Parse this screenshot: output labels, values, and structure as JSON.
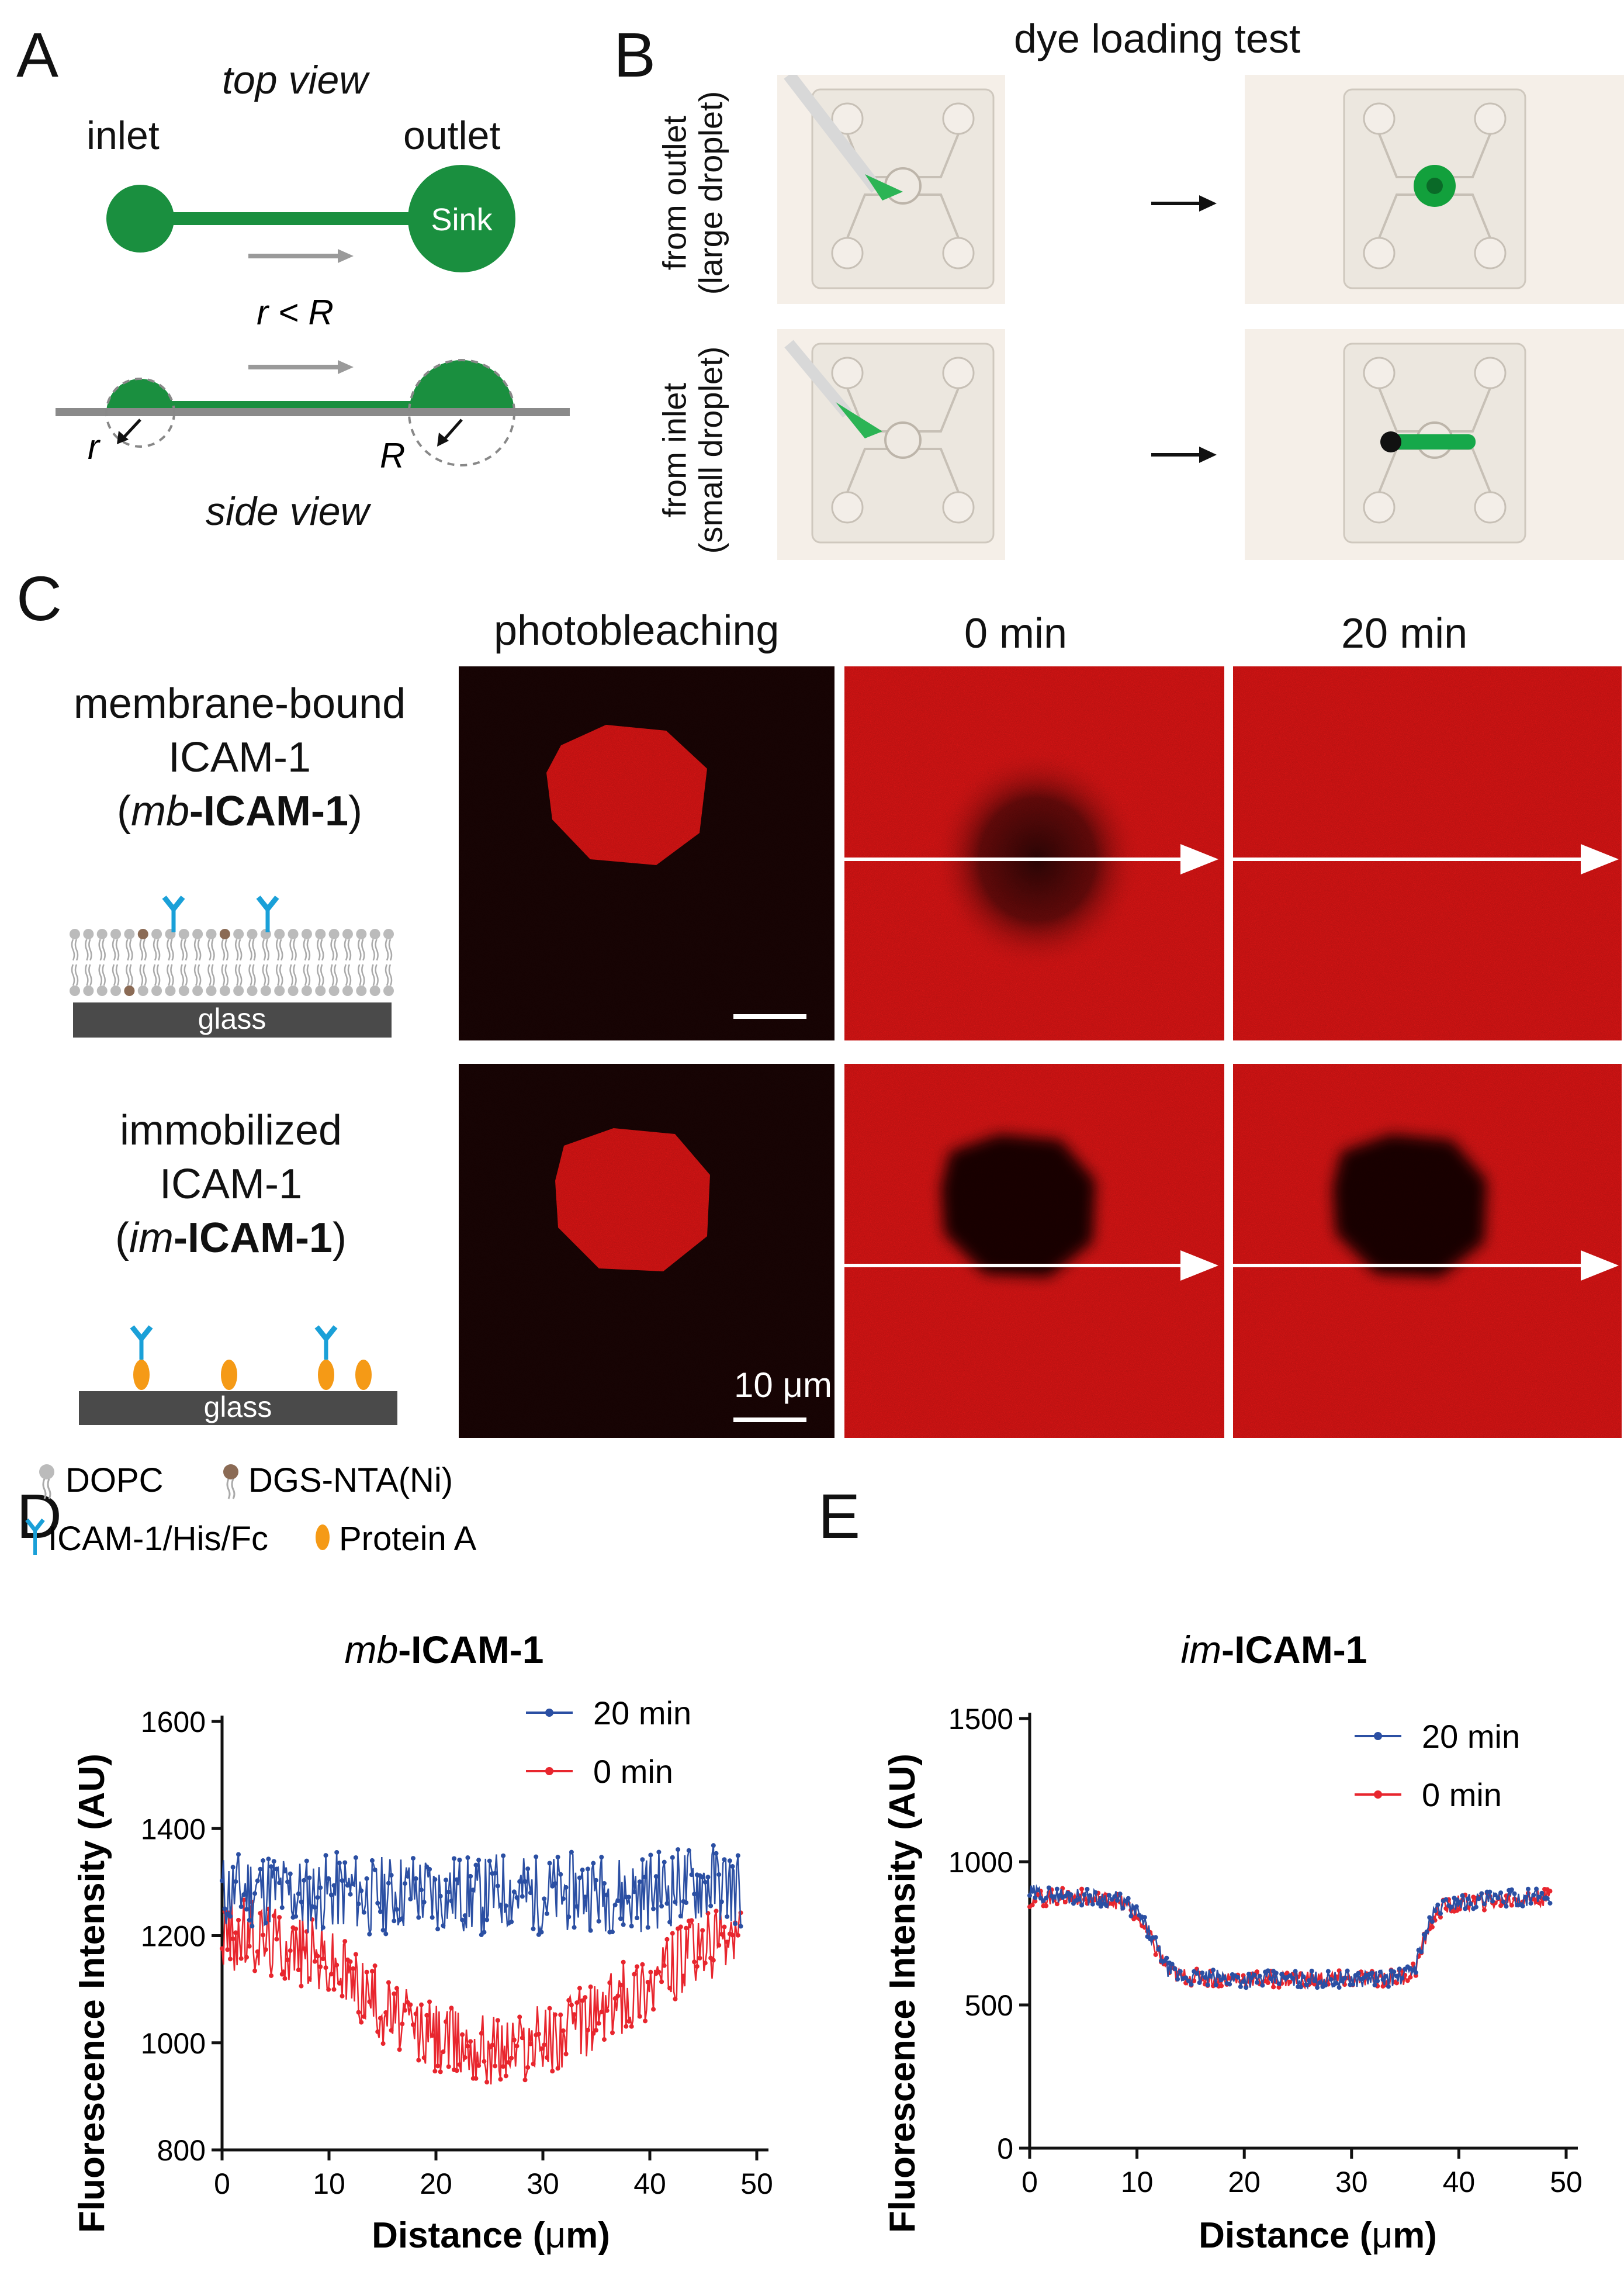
{
  "panels": {
    "a": "A",
    "b": "B",
    "c": "C",
    "d": "D",
    "e": "E"
  },
  "panel_a": {
    "top_view": "top view",
    "inlet": "inlet",
    "outlet": "outlet",
    "sink": "Sink",
    "relation": "r < R",
    "r": "r",
    "R": "R",
    "side_view": "side view",
    "colors": {
      "channel": "#1a8f3f",
      "arrow": "#9a9a9a",
      "surface": "#8a8a8a"
    }
  },
  "panel_b": {
    "title": "dye loading test",
    "row1_line1": "from outlet",
    "row1_line2": "(large droplet)",
    "row2_line1": "from inlet",
    "row2_line2": "(small droplet)"
  },
  "panel_c": {
    "col_photobleaching": "photobleaching",
    "col_0min": "0 min",
    "col_20min": "20 min",
    "row1": {
      "line1": "membrane-bound",
      "line2": "ICAM-1",
      "prefix": "(",
      "ital": "mb",
      "bold": "-ICAM-1",
      "suffix": ")"
    },
    "row2": {
      "line1": "immobilized",
      "line2": "ICAM-1",
      "prefix": "(",
      "ital": "im",
      "bold": "-ICAM-1",
      "suffix": ")"
    },
    "glass": "glass",
    "scalebar": "10 μm",
    "legend": {
      "dopc": "DOPC",
      "dgs": "DGS-NTA(Ni)",
      "icam": "ICAM-1/His/Fc",
      "proteinA": "Protein A"
    },
    "colors": {
      "fluor": "#e01515",
      "dark": "#1a0404",
      "icam": "#1aa0d8",
      "proteinA": "#f59a16",
      "glass": "#4a4a4a"
    }
  },
  "chart_data": [
    {
      "type": "line",
      "title_ital": "mb",
      "title_bold": "-ICAM-1",
      "xlabel_pre": "Distance (",
      "xlabel_mu": "μ",
      "xlabel_post": "m)",
      "ylabel": "Fluorescence Intensity (AU)",
      "xlim": [
        0,
        50
      ],
      "ylim": [
        800,
        1600
      ],
      "xticks": [
        0,
        10,
        20,
        30,
        40,
        50
      ],
      "yticks": [
        800,
        1000,
        1200,
        1400,
        1600
      ],
      "legend_position": "top-right",
      "series": [
        {
          "name": "20 min",
          "color": "#2b4fa3",
          "x": [
            0,
            2,
            4,
            6,
            8,
            10,
            12,
            14,
            16,
            18,
            20,
            22,
            24,
            26,
            28,
            30,
            32,
            34,
            36,
            38,
            40,
            42,
            44,
            46,
            48
          ],
          "values": [
            1280,
            1285,
            1290,
            1280,
            1275,
            1280,
            1285,
            1270,
            1280,
            1285,
            1275,
            1280,
            1270,
            1285,
            1280,
            1275,
            1280,
            1285,
            1280,
            1275,
            1285,
            1290,
            1295,
            1300,
            1290
          ],
          "noise": 75
        },
        {
          "name": "0 min",
          "color": "#e8262e",
          "x": [
            0,
            2,
            4,
            6,
            8,
            10,
            12,
            14,
            16,
            18,
            20,
            22,
            24,
            26,
            28,
            30,
            32,
            34,
            36,
            38,
            40,
            42,
            44,
            46,
            48
          ],
          "values": [
            1200,
            1200,
            1195,
            1185,
            1170,
            1150,
            1120,
            1085,
            1050,
            1025,
            1010,
            1000,
            995,
            990,
            995,
            1005,
            1020,
            1040,
            1065,
            1090,
            1115,
            1140,
            1165,
            1185,
            1200
          ],
          "noise": 70
        }
      ]
    },
    {
      "type": "line",
      "title_ital": "im",
      "title_bold": "-ICAM-1",
      "xlabel_pre": "Distance (",
      "xlabel_mu": "μ",
      "xlabel_post": "m)",
      "ylabel": "Fluorescence Intensity (AU)",
      "xlim": [
        0,
        50
      ],
      "ylim": [
        0,
        1500
      ],
      "xticks": [
        0,
        10,
        20,
        30,
        40,
        50
      ],
      "yticks": [
        0,
        500,
        1000,
        1500
      ],
      "legend_position": "top-right",
      "series": [
        {
          "name": "20 min",
          "color": "#2b4fa3",
          "x": [
            0,
            2,
            4,
            6,
            8,
            9,
            10,
            11,
            12,
            13,
            14,
            16,
            20,
            25,
            30,
            34,
            35,
            36,
            37,
            38,
            40,
            44,
            48
          ],
          "values": [
            890,
            885,
            880,
            875,
            870,
            850,
            820,
            760,
            690,
            620,
            600,
            595,
            590,
            590,
            590,
            595,
            600,
            640,
            760,
            840,
            860,
            870,
            880
          ],
          "noise": 30
        },
        {
          "name": "0 min",
          "color": "#e8262e",
          "x": [
            0,
            2,
            4,
            6,
            8,
            9,
            10,
            11,
            12,
            13,
            14,
            16,
            20,
            25,
            30,
            34,
            35,
            36,
            37,
            38,
            40,
            44,
            48
          ],
          "values": [
            870,
            875,
            880,
            870,
            865,
            845,
            815,
            750,
            680,
            615,
            600,
            595,
            590,
            590,
            590,
            595,
            600,
            630,
            750,
            830,
            855,
            865,
            875
          ],
          "noise": 30
        }
      ]
    }
  ]
}
